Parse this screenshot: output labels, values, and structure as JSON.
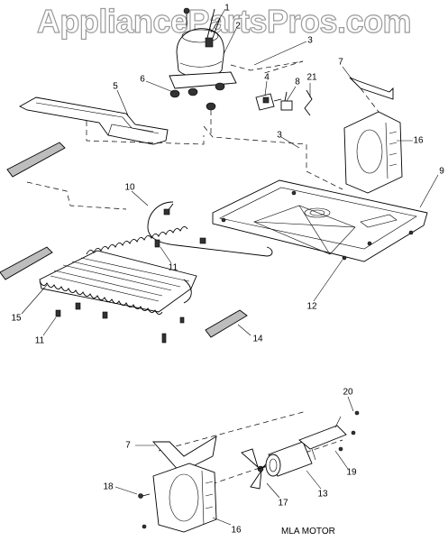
{
  "watermark": "AppliancePartsPros.com",
  "caption": "MLA MOTOR",
  "callouts": {
    "c1": "1",
    "c2": "2",
    "c3a": "3",
    "c3b": "3",
    "c4": "4",
    "c5": "5",
    "c6": "6",
    "c7a": "7",
    "c7b": "7",
    "c8": "8",
    "c9": "9",
    "c10": "10",
    "c11a": "11",
    "c11b": "11",
    "c12": "12",
    "c13": "13",
    "c14": "14",
    "c15": "15",
    "c16a": "16",
    "c16b": "16",
    "c17": "17",
    "c18": "18",
    "c19": "19",
    "c20": "20",
    "c21": "21"
  }
}
